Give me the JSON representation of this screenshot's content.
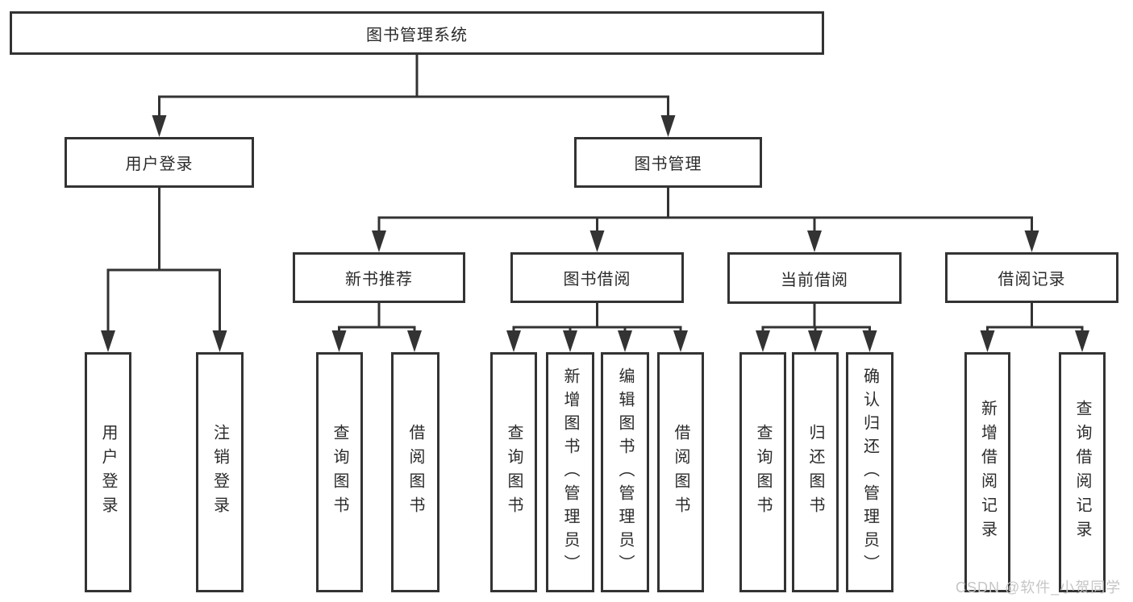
{
  "tree": {
    "root": "图书管理系统",
    "level2": [
      {
        "label": "用户登录",
        "children": [
          "用户登录",
          "注销登录"
        ]
      },
      {
        "label": "图书管理"
      }
    ],
    "level3": [
      {
        "label": "新书推荐",
        "children": [
          "查询图书",
          "借阅图书"
        ]
      },
      {
        "label": "图书借阅",
        "children": [
          "查询图书",
          "新增图书（管理员）",
          "编辑图书（管理员）",
          "借阅图书"
        ]
      },
      {
        "label": "当前借阅",
        "children": [
          "查询图书",
          "归还图书",
          "确认归还（管理员）"
        ]
      },
      {
        "label": "借阅记录",
        "children": [
          "新增借阅记录",
          "查询借阅记录"
        ]
      }
    ]
  },
  "watermark": "CSDN @软件_小贺同学",
  "colors": {
    "line": "#333333",
    "text": "#2b2b2b",
    "watermark_text": "#c6c6c6",
    "background": "#ffffff"
  }
}
